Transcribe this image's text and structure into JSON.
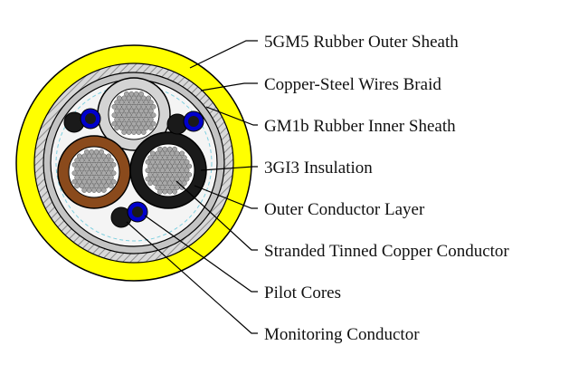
{
  "labels": [
    "5GM5 Rubber Outer Sheath",
    "Copper-Steel Wires Braid",
    "GM1b Rubber Inner Sheath",
    "3GI3 Insulation",
    "Outer Conductor Layer",
    "Stranded Tinned Copper Conductor",
    "Pilot Cores",
    "Monitoring Conductor"
  ],
  "colors": {
    "outer_sheath": "#ffff00",
    "braid": "#c8c8c8",
    "inner_sheath": "#f2f2f2",
    "brown_core": "#8a4a1c",
    "black_core": "#1a1a1a",
    "grey_core": "#d4d4d4",
    "pilot_blue": "#0000cc",
    "strand": "#a8a8a8"
  }
}
